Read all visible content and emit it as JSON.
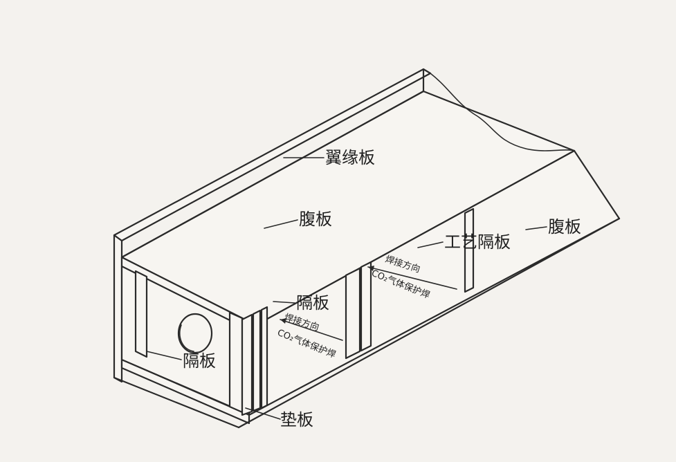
{
  "labels": {
    "flange_plate": "翼缘板",
    "web_plate_top": "腹板",
    "web_plate_right": "腹板",
    "process_diaphragm": "工艺隔板",
    "diaphragm_middle": "隔板",
    "diaphragm_end": "隔板",
    "backing_plate": "垫板"
  },
  "annotations": {
    "welding_direction_1": "焊接方向",
    "co2_weld_1": "CO₂气体保护焊",
    "welding_direction_2": "焊接方向",
    "co2_weld_2": "CO₂气体保护焊"
  },
  "colors": {
    "background": "#f4f2ee",
    "line": "#2a2a2a"
  }
}
